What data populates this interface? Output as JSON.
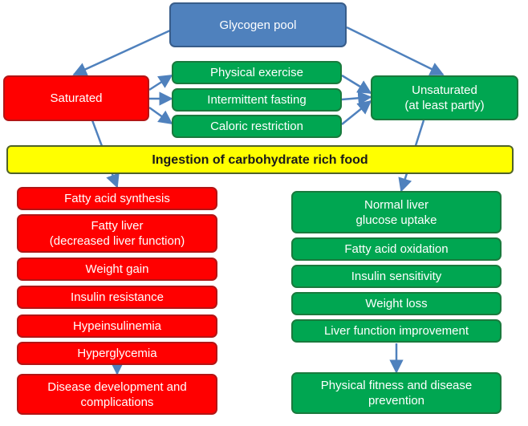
{
  "top": {
    "glycogen_pool": "Glycogen pool"
  },
  "left_branch": {
    "saturated": "Saturated"
  },
  "right_branch": {
    "unsaturated": "Unsaturated\n(at least partly)"
  },
  "interventions": [
    "Physical exercise",
    "Intermittent fasting",
    "Caloric restriction"
  ],
  "banner": "Ingestion of carbohydrate rich food",
  "negative_outcomes": [
    "Fatty acid synthesis",
    "Fatty liver\n(decreased liver function)",
    "Weight gain",
    "Insulin resistance",
    "Hypeinsulinemia",
    "Hyperglycemia"
  ],
  "negative_final": "Disease development and\ncomplications",
  "positive_outcomes": [
    "Normal liver\nglucose uptake",
    "Fatty acid oxidation",
    "Insulin sensitivity",
    "Weight loss",
    "Liver function improvement"
  ],
  "positive_final": "Physical fitness and disease\nprevention",
  "colors": {
    "red": "#ff0000",
    "green": "#00a651",
    "blue": "#4f81bd",
    "yellow": "#ffff00",
    "arrow": "#4f81bd"
  }
}
